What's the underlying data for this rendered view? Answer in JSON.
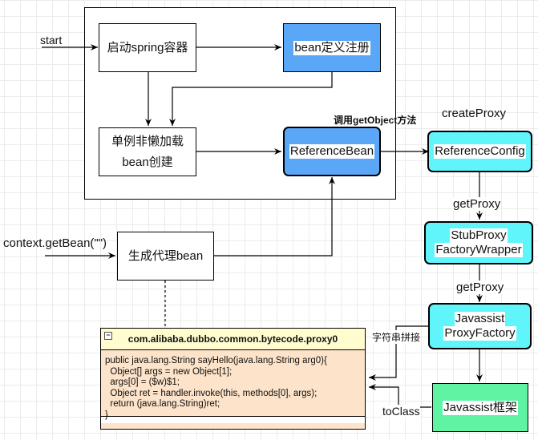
{
  "nodes": {
    "start_spring": {
      "label": "启动spring容器"
    },
    "bean_def_register": {
      "label": "bean定义注册"
    },
    "singleton_load": {
      "line1": "单例非懒加载",
      "line2": "bean创建"
    },
    "reference_bean": {
      "label": "ReferenceBean"
    },
    "reference_config": {
      "label": "ReferenceConfig"
    },
    "stub_proxy": {
      "line1": "StubProxy",
      "line2": "FactoryWrapper"
    },
    "javassist_proxy_factory": {
      "line1": "Javassist",
      "line2": "ProxyFactory"
    },
    "javassist_framework": {
      "label": "Javassist框架"
    },
    "generate_proxy_bean": {
      "label": "生成代理bean"
    }
  },
  "edge_labels": {
    "start": "start",
    "get_bean": "context.getBean(\"\")",
    "call_get_object": "调用getObject方法",
    "create_proxy": "createProxy",
    "get_proxy_1": "getProxy",
    "get_proxy_2": "getProxy",
    "string_concat": "字符串拼接",
    "to_class": "toClass"
  },
  "class_box": {
    "title": "com.alibaba.dubbo.common.bytecode.proxy0",
    "collapse_symbol": "−",
    "code": "public java.lang.String sayHello(java.lang.String arg0){\n  Object[] args = new Object[1];\n  args[0] = ($w)$1;\n  Object ret = handler.invoke(this, methods[0], args);\n  return (java.lang.String)ret;\n}"
  },
  "colors": {
    "blue": "#5aa7f7",
    "cyan": "#5ff5fb",
    "green": "#5ff3a4",
    "class_header": "#fffdd0",
    "class_body": "#fde3c9"
  }
}
